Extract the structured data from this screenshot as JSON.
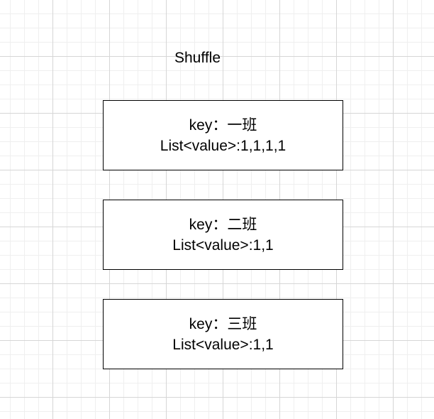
{
  "title": "Shuffle",
  "groups": [
    {
      "key": "key：一班",
      "values": "List<value>:1,1,1,1"
    },
    {
      "key": "key：二班",
      "values": "List<value>:1,1"
    },
    {
      "key": "key：三班",
      "values": "List<value>:1,1"
    }
  ]
}
